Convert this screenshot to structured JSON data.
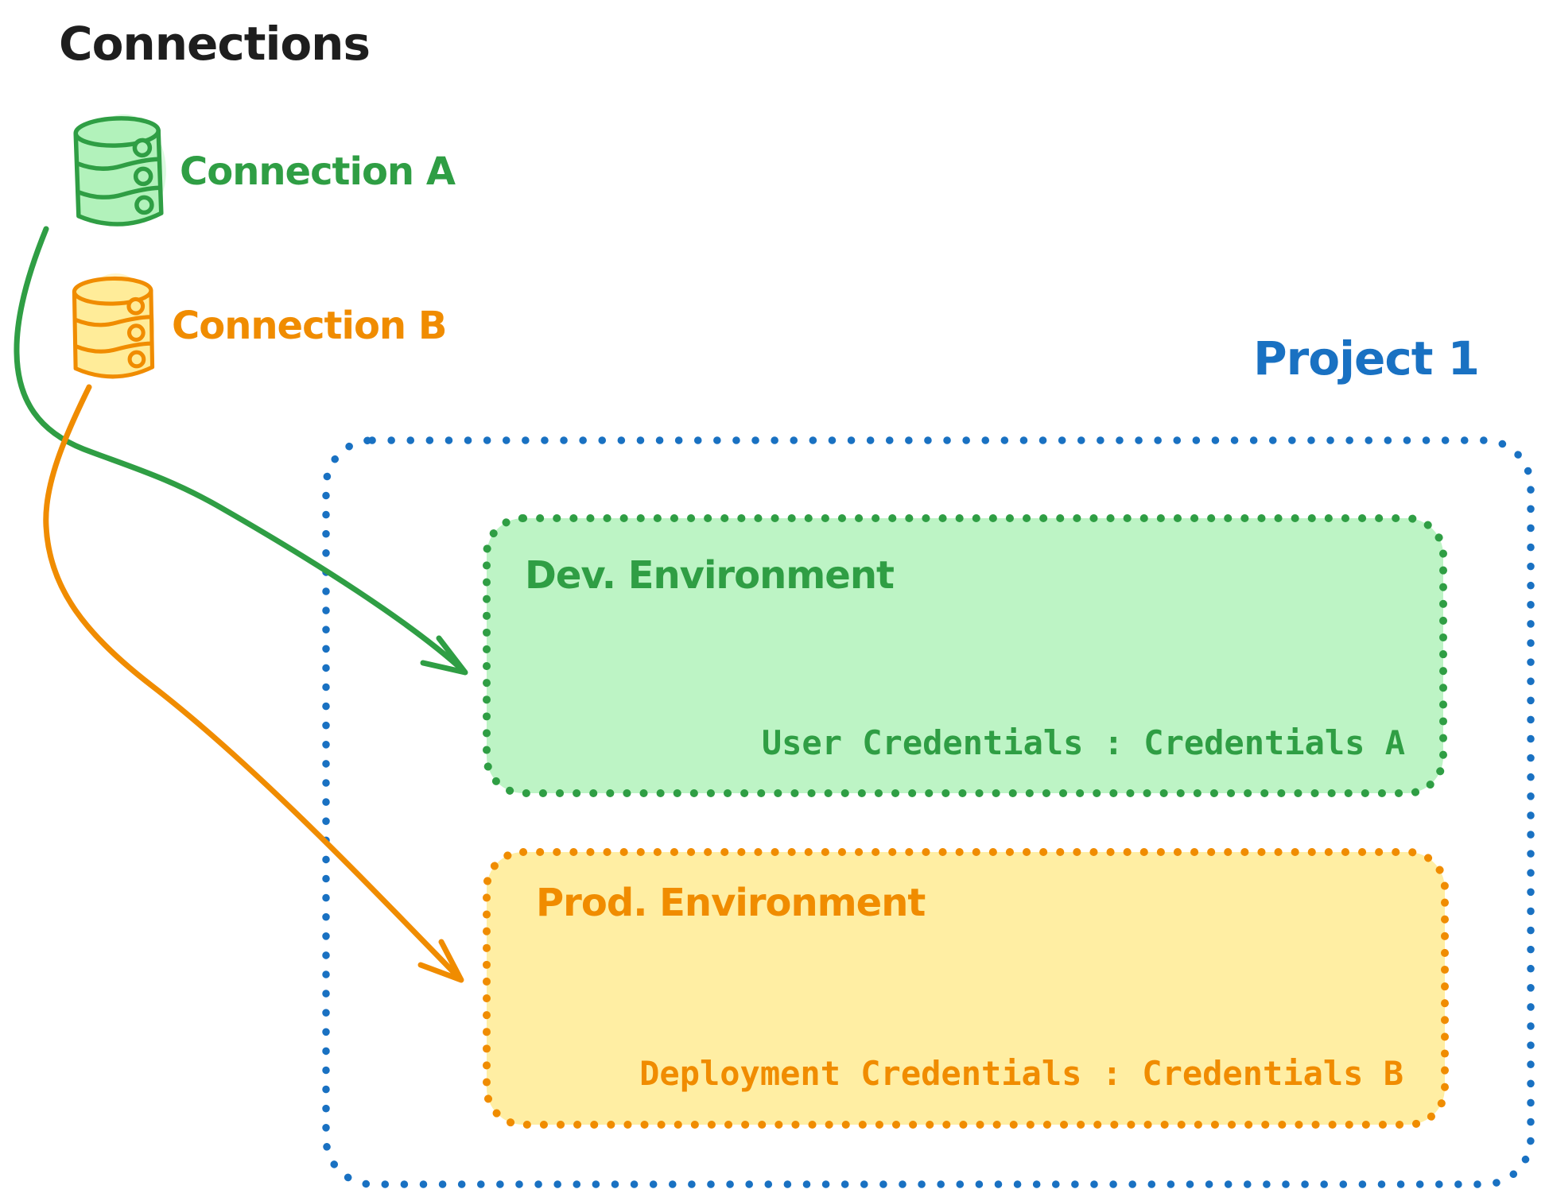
{
  "diagram_title": "Connections",
  "colors": {
    "ink": "#1e1e1e",
    "green": "#2f9e44",
    "green_fill": "#b2f2bb",
    "orange": "#f08c00",
    "orange_fill": "#ffec99",
    "blue": "#1971c2"
  },
  "connections": [
    {
      "label": "Connection A",
      "icon": "database-icon",
      "color": "#2f9e44"
    },
    {
      "label": "Connection B",
      "icon": "database-icon",
      "color": "#f08c00"
    }
  ],
  "project": {
    "label": "Project 1",
    "color": "#1971c2",
    "environments": [
      {
        "name": "Dev. Environment",
        "credentials": "User Credentials : Credentials A",
        "color": "#2f9e44"
      },
      {
        "name": "Prod. Environment",
        "credentials": "Deployment Credentials : Credentials B",
        "color": "#f08c00"
      }
    ]
  },
  "arrows": [
    {
      "from": "Connection A",
      "to": "Dev. Environment",
      "color": "#2f9e44"
    },
    {
      "from": "Connection B",
      "to": "Prod. Environment",
      "color": "#f08c00"
    }
  ]
}
